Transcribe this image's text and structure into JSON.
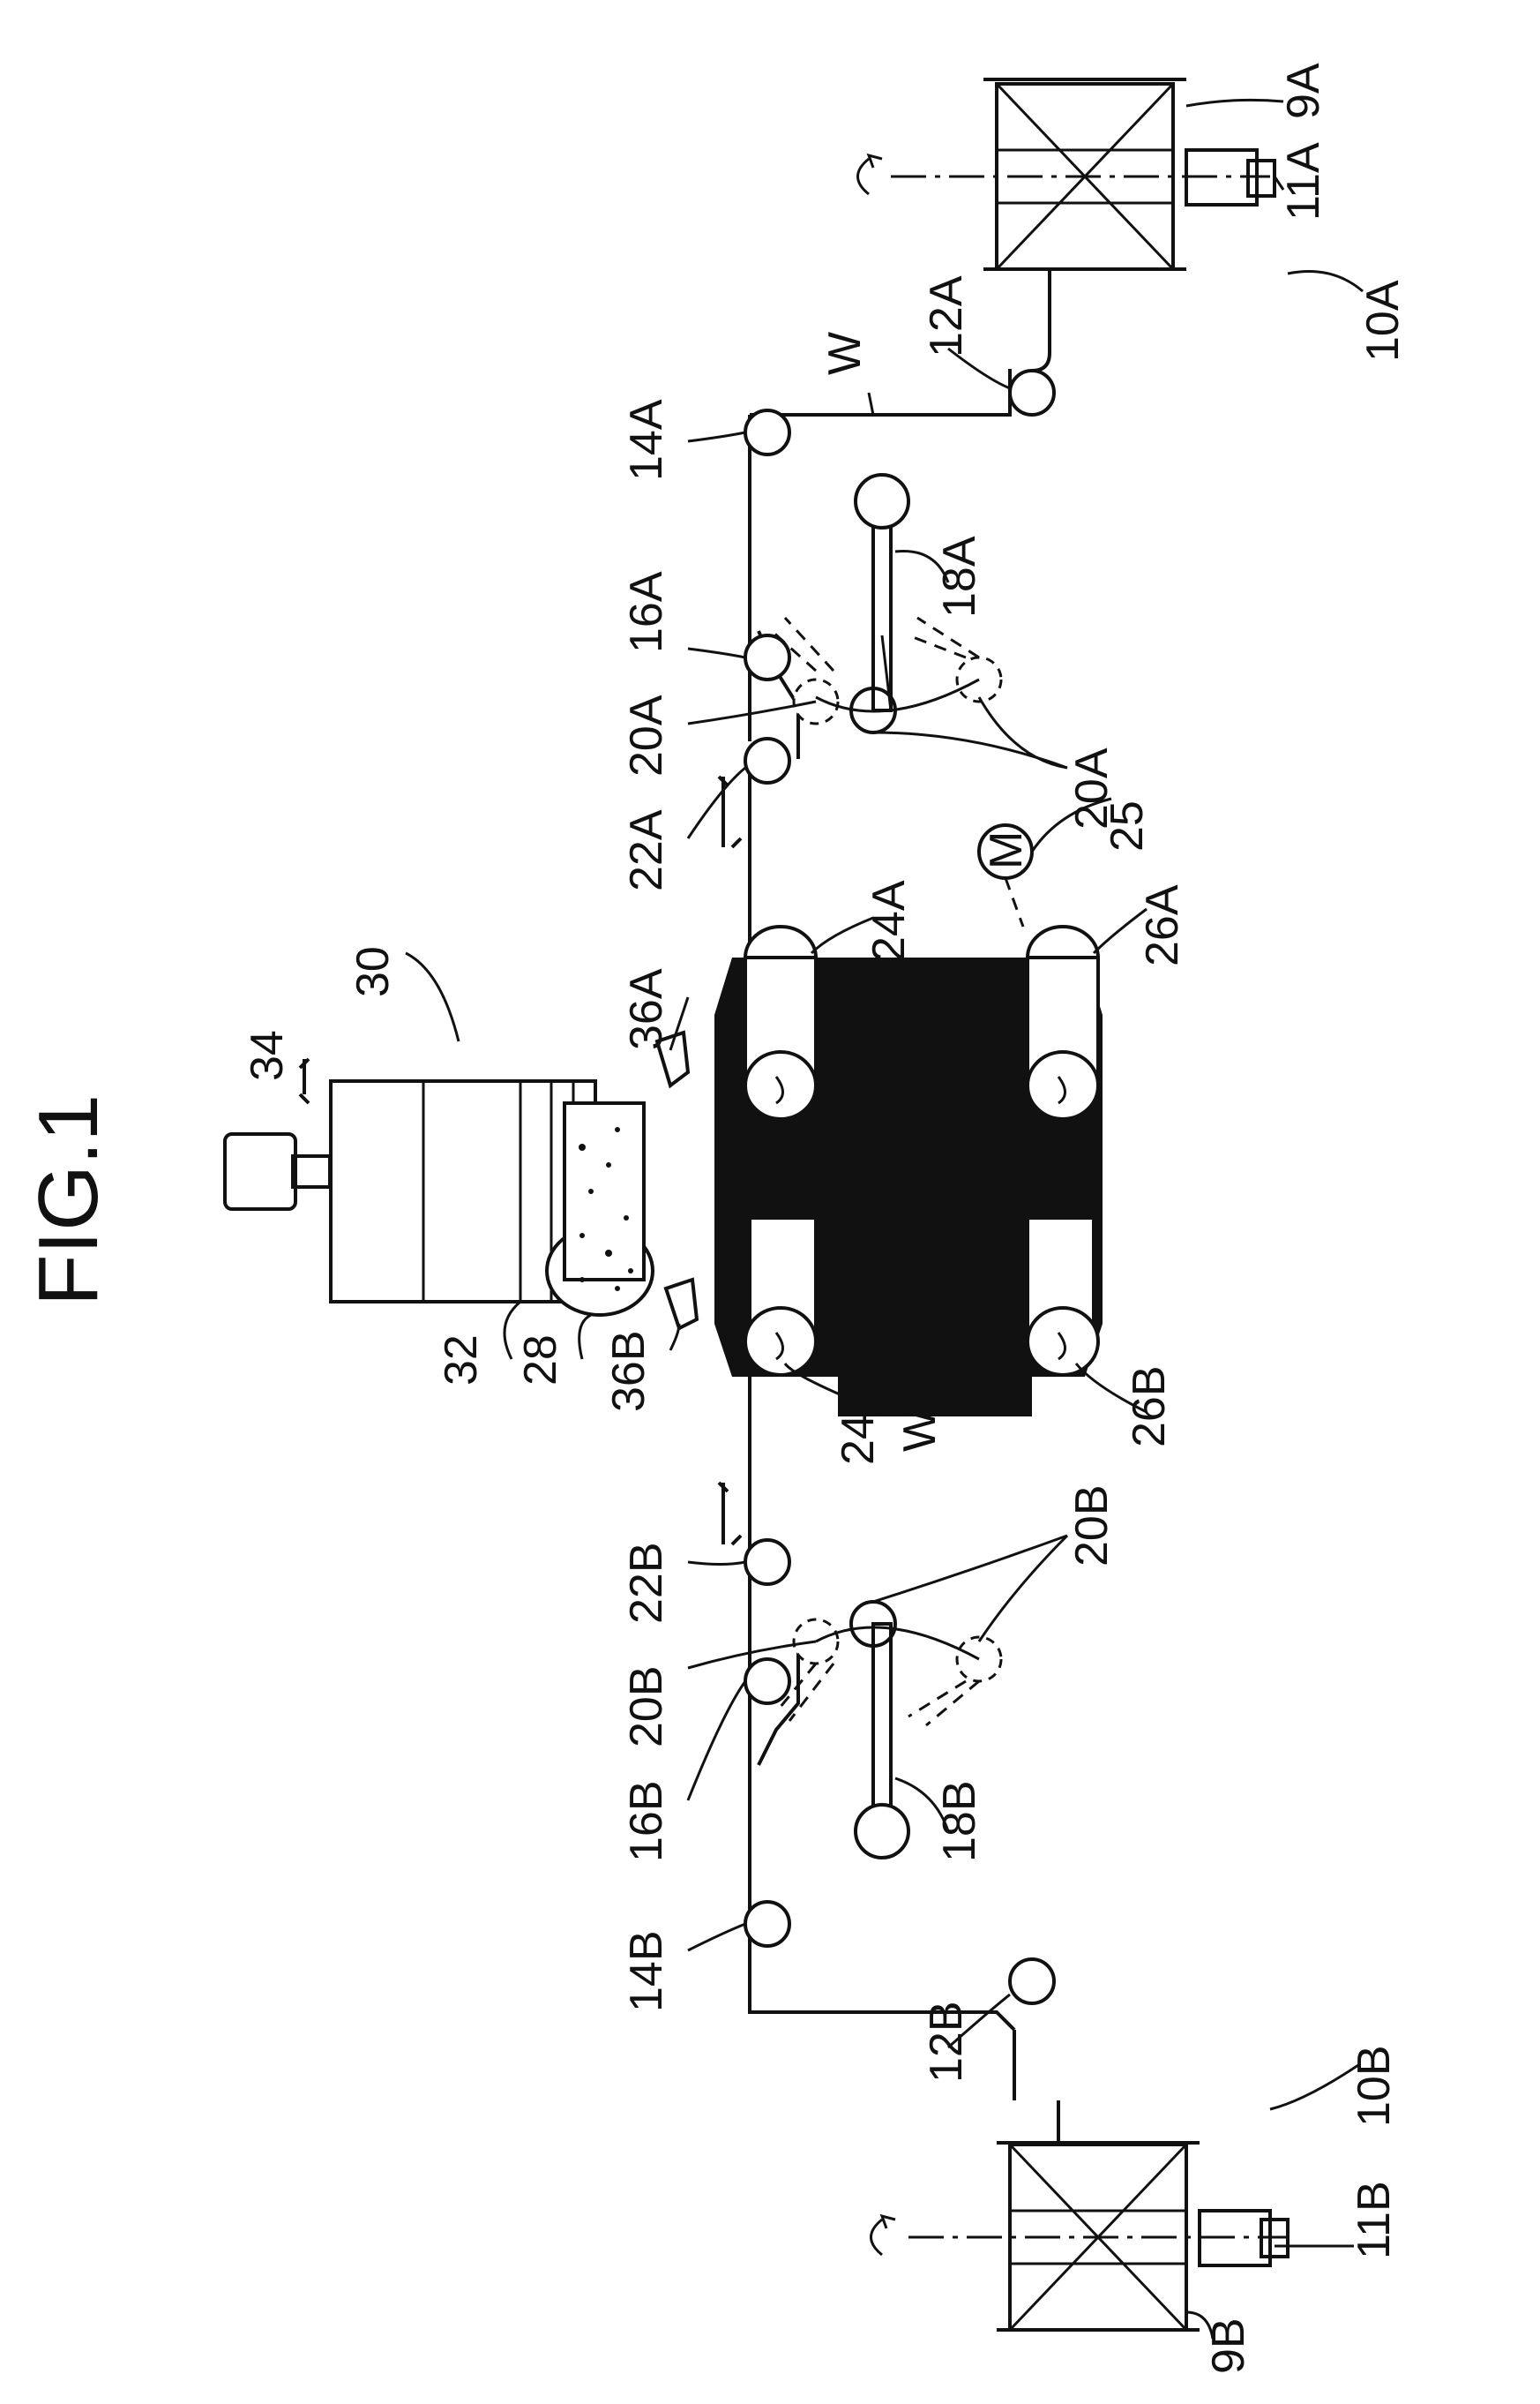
{
  "figure": {
    "title": "FIG.1",
    "labels": {
      "l_9A": "9A",
      "l_11A": "11A",
      "l_10A": "10A",
      "l_12A": "12A",
      "l_W_top": "W",
      "l_14A": "14A",
      "l_18A": "18A",
      "l_16A": "16A",
      "l_20A_a": "20A",
      "l_20A_b": "20A",
      "l_22A": "22A",
      "l_25": "25",
      "l_M": "M",
      "l_24A": "24A",
      "l_26A": "26A",
      "l_36A": "36A",
      "l_30": "30",
      "l_34": "34",
      "l_32": "32",
      "l_28": "28",
      "l_36B": "36B",
      "l_24B": "24B",
      "l_W_mid": "W",
      "l_26B": "26B",
      "l_22B": "22B",
      "l_20B_a": "20B",
      "l_20B_b": "20B",
      "l_16B": "16B",
      "l_18B": "18B",
      "l_14B": "14B",
      "l_12B": "12B",
      "l_10B": "10B",
      "l_11B": "11B",
      "l_9B": "9B"
    }
  }
}
